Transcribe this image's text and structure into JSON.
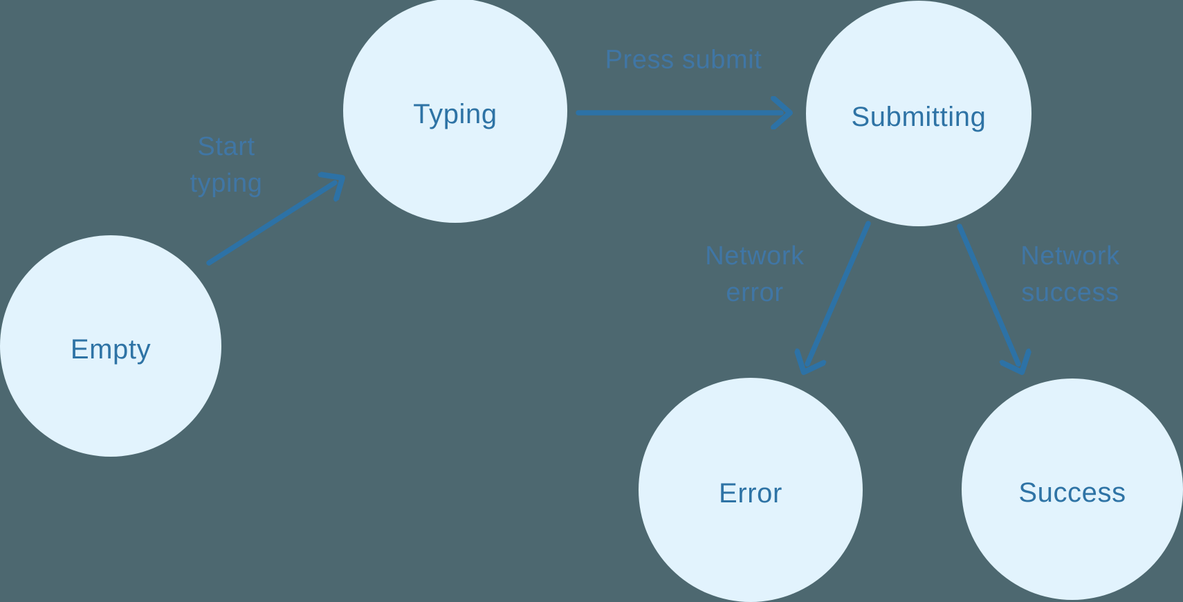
{
  "diagram": {
    "type": "state-machine",
    "background_color": "#4d6870",
    "node_fill_color": "#e2f3fd",
    "node_text_color": "#2e73a5",
    "arrow_color": "#2d72a6",
    "edge_label_color": "#4076a5",
    "states": [
      {
        "id": "empty",
        "label": "Empty"
      },
      {
        "id": "typing",
        "label": "Typing"
      },
      {
        "id": "submitting",
        "label": "Submitting"
      },
      {
        "id": "error",
        "label": "Error"
      },
      {
        "id": "success",
        "label": "Success"
      }
    ],
    "transitions": [
      {
        "id": "start-typing",
        "from": "empty",
        "to": "typing",
        "label": "Start\ntyping"
      },
      {
        "id": "press-submit",
        "from": "typing",
        "to": "submitting",
        "label": "Press submit"
      },
      {
        "id": "network-error",
        "from": "submitting",
        "to": "error",
        "label": "Network\nerror"
      },
      {
        "id": "network-success",
        "from": "submitting",
        "to": "success",
        "label": "Network\nsuccess"
      }
    ]
  }
}
